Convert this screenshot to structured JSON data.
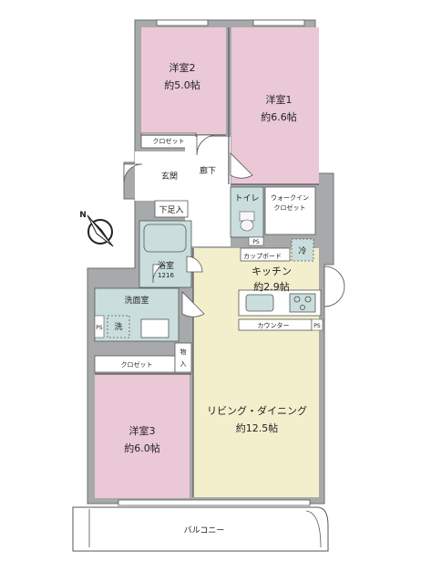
{
  "rooms": {
    "bedroom2": {
      "name": "洋室2",
      "area": "約5.0帖"
    },
    "bedroom1": {
      "name": "洋室1",
      "area": "約6.6帖"
    },
    "bedroom3": {
      "name": "洋室3",
      "area": "約6.0帖"
    },
    "ldk": {
      "name": "リビング・ダイニング",
      "area": "約12.5帖"
    },
    "kitchen": {
      "name": "キッチン",
      "area": "約2.9帖"
    }
  },
  "labels": {
    "closet": "クロゼット",
    "closet3": "クロゼット",
    "entrance": "玄関",
    "hallway": "廊下",
    "shoe_box": "下足入",
    "toilet": "トイレ",
    "walk_in_closet_line1": "ウォークイン",
    "walk_in_closet_line2": "クロゼット",
    "ps_right": "PS",
    "ps_left": "PS",
    "ps_counter": "PS",
    "cupboard": "カップボード",
    "fridge": "冷",
    "bath": "浴室",
    "bath_size": "1216",
    "washroom": "洗面室",
    "washer": "洗",
    "storage_line1": "物",
    "storage_line2": "入",
    "counter": "カウンター",
    "balcony": "バルコニー",
    "compass": "N"
  },
  "colors": {
    "pink": "#eac8d6",
    "cream": "#f3efcc",
    "blue": "#c9dedd",
    "wall": "#a7a9ab",
    "floor": "#ffffff"
  }
}
